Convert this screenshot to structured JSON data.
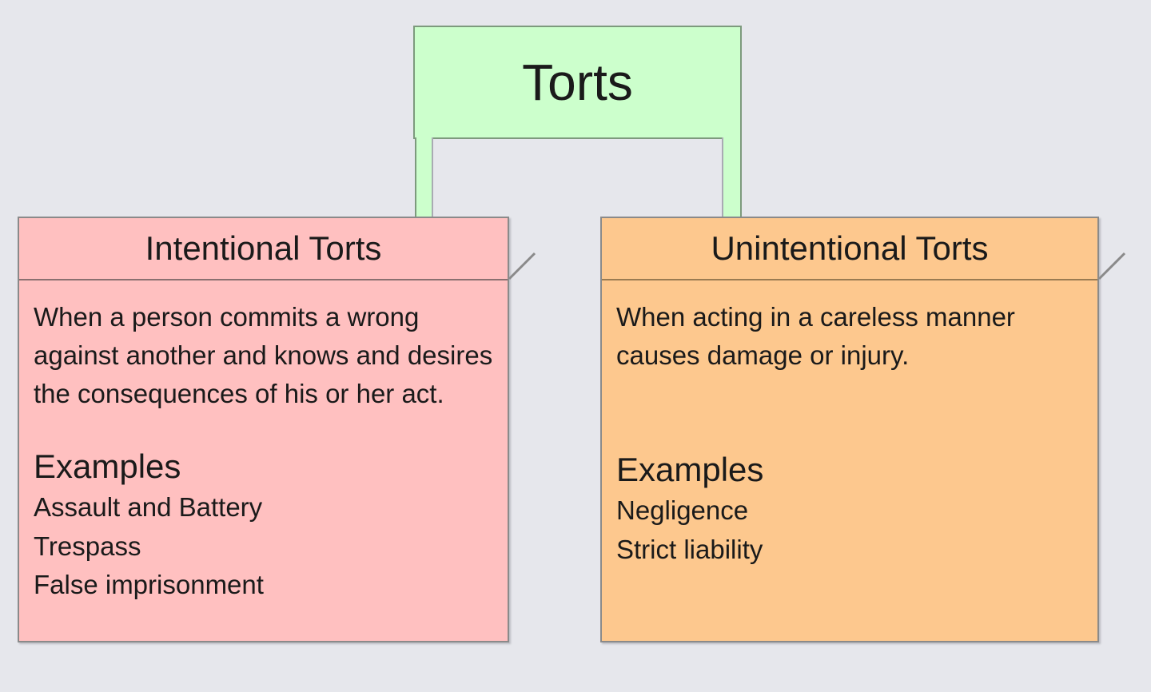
{
  "diagram": {
    "type": "hierarchy-tree",
    "background_color": "#e6e7ec",
    "root": {
      "title": "Torts",
      "fill_color": "#ccffcc",
      "border_color": "#7d9a7d"
    },
    "connector": {
      "fill_color": "#ccffcc",
      "border_color": "#7d9a7d"
    },
    "children": [
      {
        "id": "intentional",
        "title": "Intentional Torts",
        "fill_color": "#ffc0c0",
        "border_color": "#8a8a8a",
        "description": "When a person commits a wrong against another and knows and desires the consequences of his or her act.",
        "examples_heading": "Examples",
        "examples": [
          "Assault and Battery",
          "Trespass",
          "False imprisonment"
        ]
      },
      {
        "id": "unintentional",
        "title": "Unintentional Torts",
        "fill_color": "#fdc88e",
        "border_color": "#8a8a8a",
        "description": "When acting in a careless manner causes damage or injury.",
        "examples_heading": "Examples",
        "examples": [
          "Negligence",
          "Strict liability"
        ]
      }
    ]
  }
}
